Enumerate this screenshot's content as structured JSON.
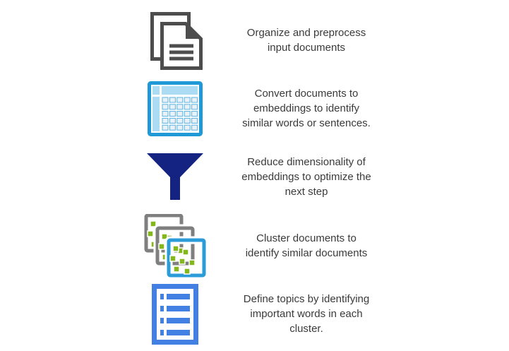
{
  "diagram": {
    "title": "",
    "steps": [
      {
        "id": "organize",
        "icon": "documents-icon",
        "caption": "Organize and preprocess\ninput documents"
      },
      {
        "id": "embeddings",
        "icon": "embeddings-table-icon",
        "caption": "Convert documents to\nembeddings to identify\nsimilar words or sentences."
      },
      {
        "id": "reduce-dimensionality",
        "icon": "funnel-icon",
        "caption": "Reduce dimensionality of\nembeddings to optimize the\nnext step"
      },
      {
        "id": "cluster",
        "icon": "cluster-icon",
        "caption": "Cluster documents to\nidentify similar documents"
      },
      {
        "id": "define-topics",
        "icon": "topic-list-icon",
        "caption": "Define topics by identifying\nimportant words in each\ncluster."
      }
    ],
    "colors": {
      "background": "#ffffff",
      "text": "#3a3a3a",
      "document_gray": "#4d4d4d",
      "table_blue": "#1f9ad6",
      "table_light_blue": "#abdcf4",
      "table_cell_fill": "#e8f1f7",
      "funnel_navy": "#142382",
      "cluster_gray": "#7f7f7f",
      "cluster_blue": "#2b9cd8",
      "cluster_green": "#84b71c",
      "list_blue": "#4280e4"
    }
  }
}
